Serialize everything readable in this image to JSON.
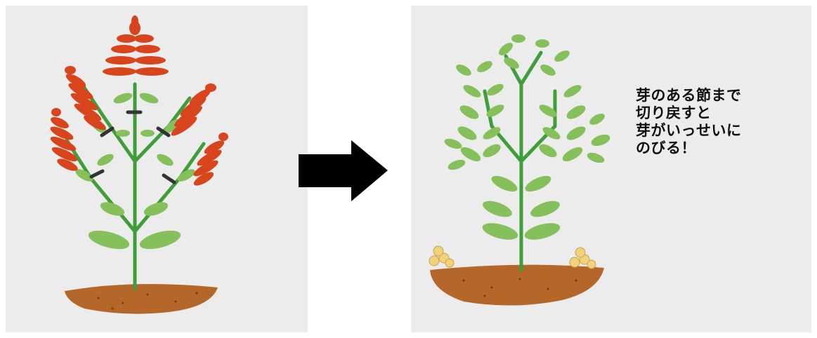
{
  "caption": {
    "lines": [
      "芽のある節まで",
      "切り戻すと",
      "芽がいっせいに",
      "のびる！"
    ]
  },
  "colors": {
    "flower_red": "#d8441c",
    "leaf_green": "#86c05a",
    "stem_green": "#3f9e3a",
    "soil_brown": "#b5672a",
    "bulb_yellow": "#f2d27a",
    "cut_mark": "#333333",
    "arrow": "#000000"
  },
  "icons": [
    "flowering-plant-illustration",
    "right-arrow-icon",
    "pruned-plant-illustration"
  ]
}
